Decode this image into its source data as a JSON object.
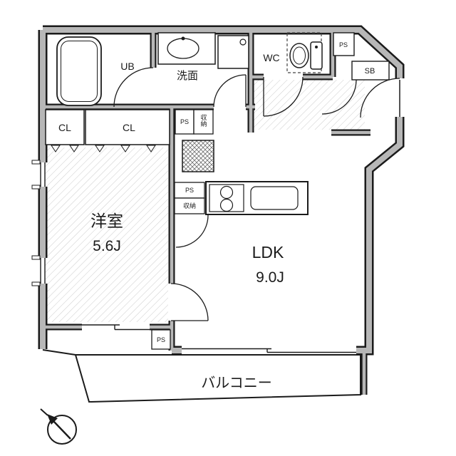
{
  "plan": {
    "rooms": {
      "ub_label": "UB",
      "washroom_label": "洗面",
      "wc_label": "WC",
      "closet1_label": "CL",
      "closet2_label": "CL",
      "bedroom_label": "洋室",
      "bedroom_size": "5.6J",
      "ldk_label": "LDK",
      "ldk_size": "9.0J",
      "balcony_label": "バルコニー",
      "shoebox_label": "SB"
    },
    "service": {
      "ps_top_right": "PS",
      "ps_hall": "PS",
      "storage_hall": "収納",
      "ps_kitchen": "PS",
      "storage_kitchen": "収納",
      "ps_balcony_corner": "PS"
    },
    "icons": {
      "bathtub": "bathtub-icon",
      "toilet": "toilet-icon",
      "basin": "washbasin-icon",
      "washer": "washing-machine-icon",
      "stove": "stove-icon",
      "kitchen_sink": "kitchen-sink-icon",
      "compass": "north-arrow-icon"
    },
    "colors": {
      "wall_line": "#1b1b1b",
      "wall_fill": "#b7b7b7",
      "floor_hatch": "#cfcfcf"
    }
  }
}
